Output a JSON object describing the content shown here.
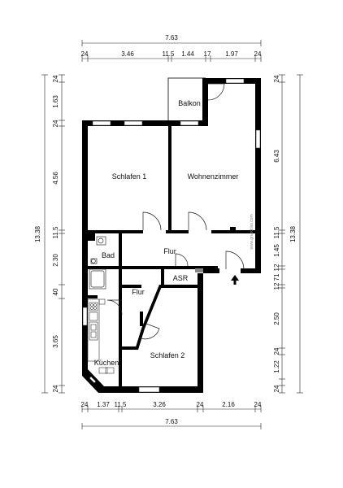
{
  "plan": {
    "rooms": {
      "balkon": "Balkon",
      "schlafen1": "Schlafen 1",
      "wohnen": "Wohnenzimmer",
      "flur_main": "Flur",
      "bad": "Bad",
      "asr": "ASR",
      "flur_small": "Flur",
      "schlafen2": "Schlafen 2",
      "kuechen": "Küchen"
    },
    "top_total": "7.63",
    "top_segments": [
      "24",
      "3.46",
      "11.5",
      "1.44",
      "17",
      "1.97",
      "24"
    ],
    "bottom_total": "7.63",
    "bottom_segments": [
      "24",
      "1.37",
      "11.5",
      "3.26",
      "24",
      "2.16",
      "24"
    ],
    "left_total": "13.38",
    "left_segments": [
      "24",
      "1.63",
      "24",
      "4.56",
      "11.5",
      "2.30",
      "40",
      "3.65",
      "24"
    ],
    "right_total": "13.38",
    "right_segments": [
      "24",
      "6.43",
      "11.5",
      "1.45",
      "12",
      "71",
      "12",
      "2.50",
      "24",
      "1.22",
      "24"
    ],
    "watermark": "www.grundriss.com",
    "entrance_icon": "up-arrow-icon"
  }
}
